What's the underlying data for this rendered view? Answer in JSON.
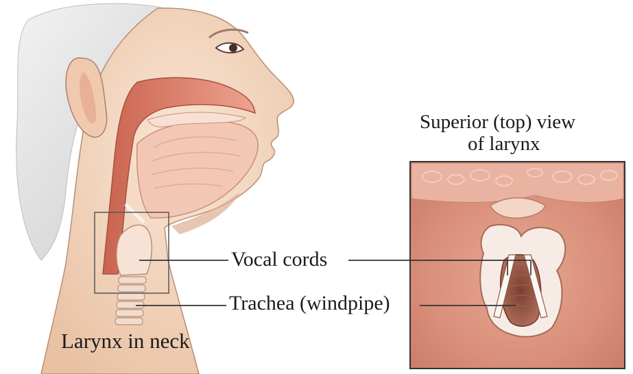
{
  "inset": {
    "title_line1": "Superior (top) view",
    "title_line2": "of larynx"
  },
  "labels": {
    "vocal_cords": "Vocal cords",
    "trachea": "Trachea (windpipe)"
  },
  "caption": "Larynx in neck",
  "colors": {
    "skin": "#f3d9c4",
    "skin_shadow": "#e2b89a",
    "hair": "#d8d8d8",
    "airway": "#d9826e",
    "tissue": "#f2c2ae",
    "cartilage": "#f6ece4",
    "outline": "#444444"
  }
}
